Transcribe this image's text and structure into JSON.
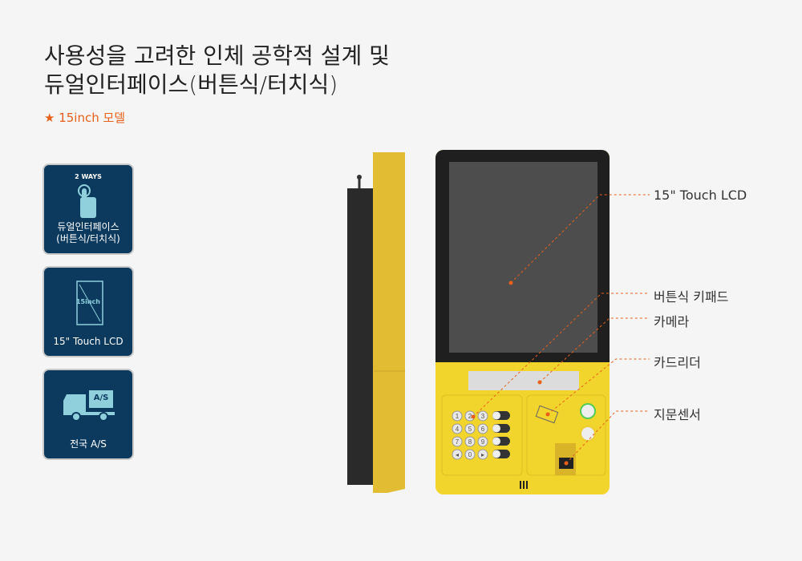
{
  "title": {
    "line1": "사용성을 고려한 인체 공학적 설계 및",
    "line2": "듀얼인터페이스(버튼식/터치식)"
  },
  "subtitle": "★ 15inch 모델",
  "cards": [
    {
      "top_text": "2 WAYS",
      "label_line1": "듀얼인터페이스",
      "label_line2": "(버튼식/터치식)",
      "icon": "touch-hand-icon"
    },
    {
      "inner_text": "15inch",
      "label": "15\" Touch LCD",
      "icon": "screen-size-icon"
    },
    {
      "badge": "A/S",
      "label": "전국 A/S",
      "icon": "truck-icon"
    }
  ],
  "callouts": [
    "15\" Touch LCD",
    "버튼식 키패드",
    "카메라",
    "카드리더",
    "지문센서"
  ],
  "keypad": [
    "1",
    "2",
    "3",
    "4",
    "5",
    "6",
    "7",
    "8",
    "9",
    "◂",
    "0",
    "▸"
  ],
  "accent": "#e8601c"
}
